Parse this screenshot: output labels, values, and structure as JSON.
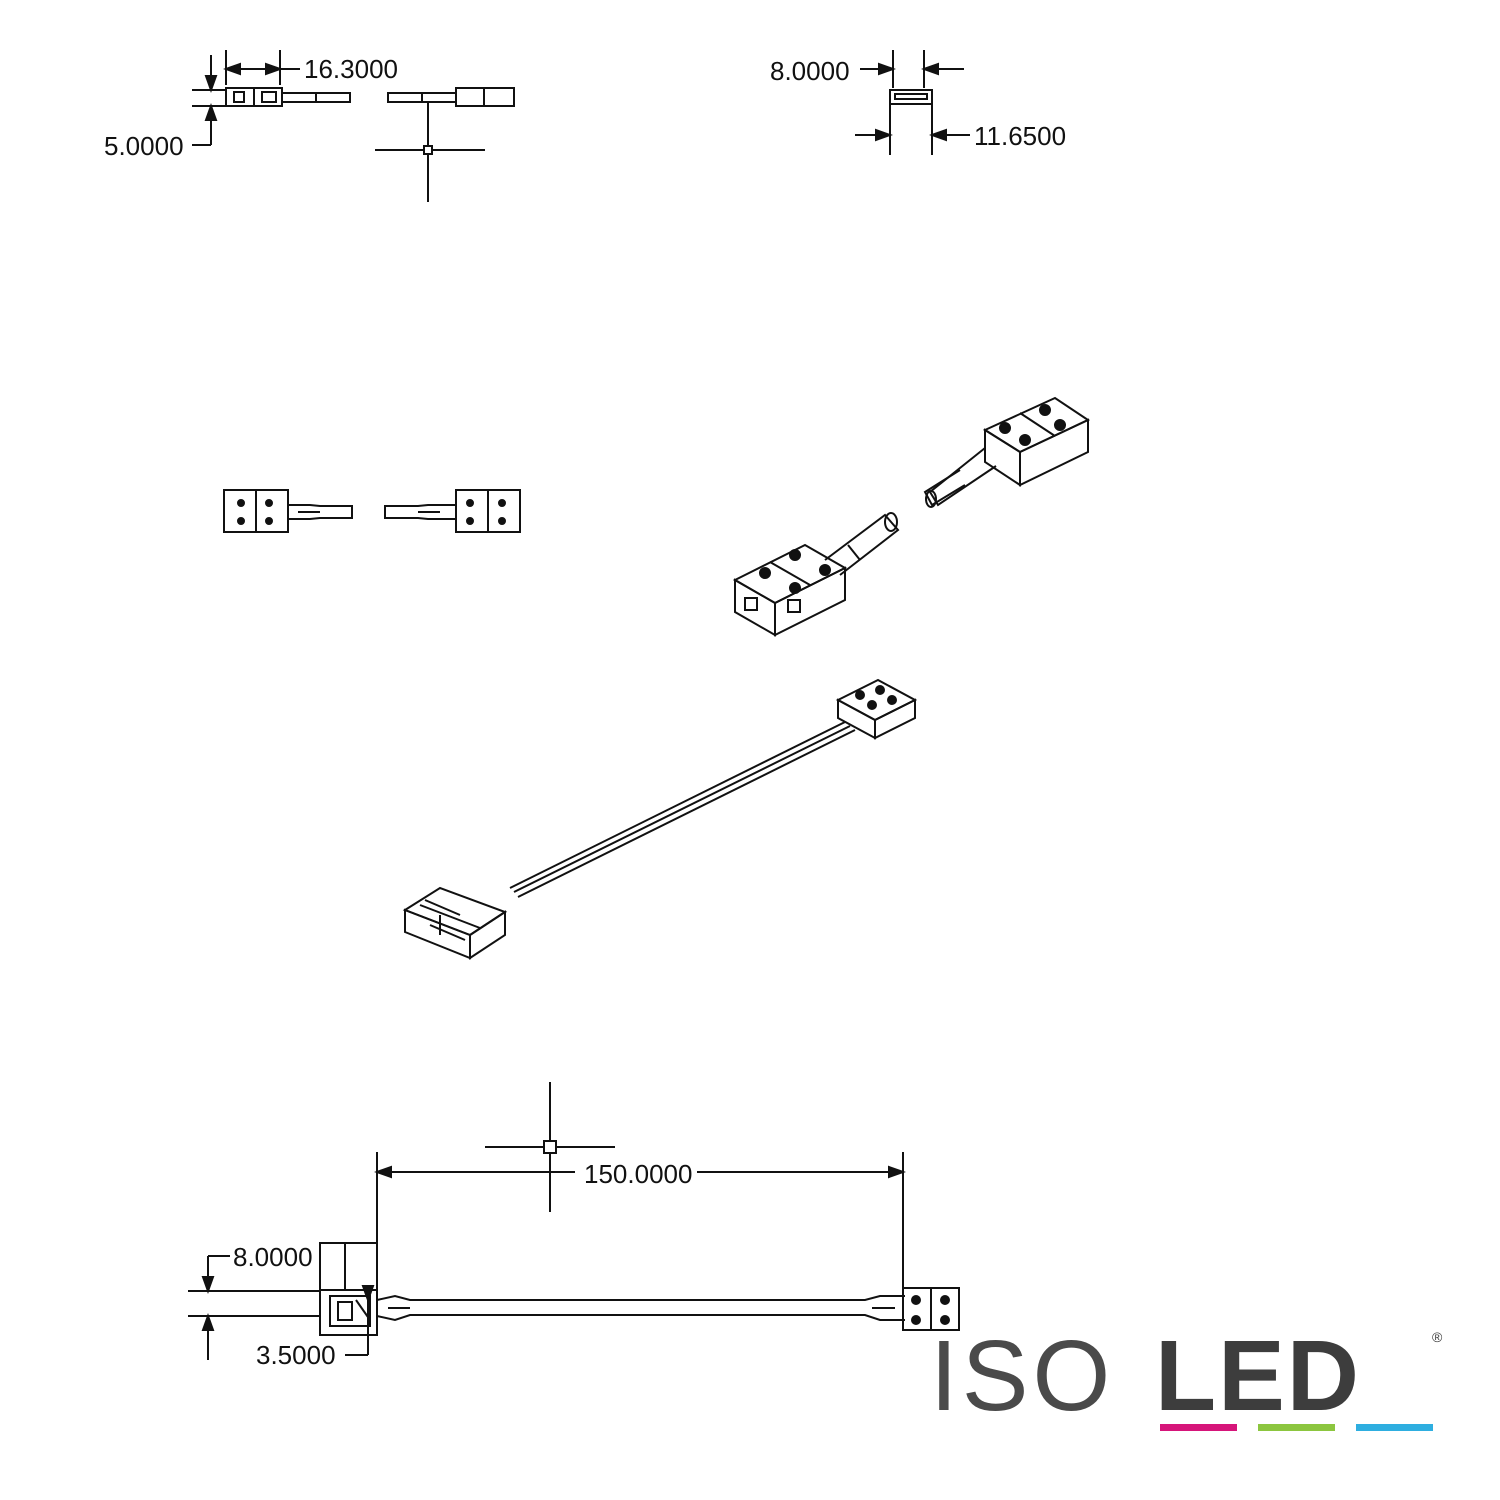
{
  "dimensions": {
    "top_left_width": "16.3000",
    "top_left_height": "5.0000",
    "top_right_inner": "8.0000",
    "top_right_outer": "11.6500",
    "bottom_length": "150.0000",
    "bottom_height": "8.0000",
    "bottom_small": "3.5000"
  },
  "logo": {
    "light_part": "ISO",
    "bold_part": "LED",
    "registered": "®",
    "colors": {
      "text_light": "#4a4a4a",
      "text_bold": "#3d3d3d",
      "bar_magenta": "#d6157a",
      "bar_green": "#8cc63f",
      "bar_cyan": "#2eaee0"
    }
  }
}
